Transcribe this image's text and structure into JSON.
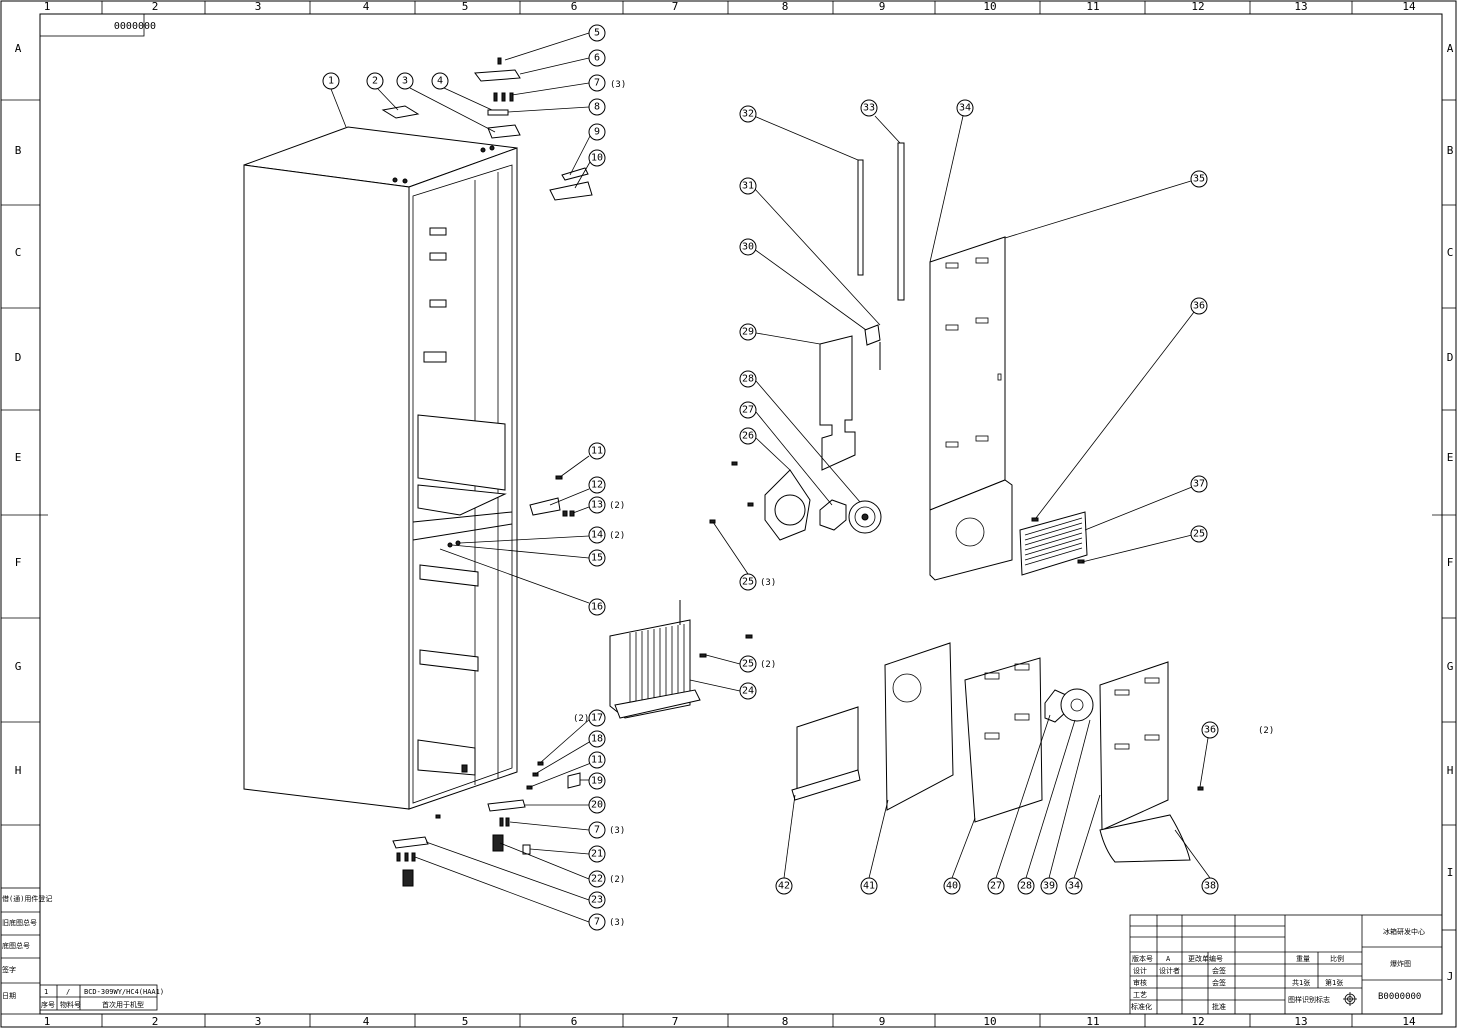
{
  "drawing_no_top": "0000000",
  "grid": {
    "columns": [
      "1",
      "2",
      "3",
      "4",
      "5",
      "6",
      "7",
      "8",
      "9",
      "10",
      "11",
      "12",
      "13",
      "14"
    ],
    "rows": [
      "A",
      "B",
      "C",
      "D",
      "E",
      "F",
      "G",
      "H",
      "I",
      "J"
    ]
  },
  "callouts": [
    {
      "id": "c1",
      "label": "1"
    },
    {
      "id": "c2",
      "label": "2"
    },
    {
      "id": "c3",
      "label": "3"
    },
    {
      "id": "c4",
      "label": "4"
    },
    {
      "id": "c5",
      "label": "5"
    },
    {
      "id": "c6",
      "label": "6"
    },
    {
      "id": "c7a",
      "label": "7",
      "qty": "(3)"
    },
    {
      "id": "c8",
      "label": "8"
    },
    {
      "id": "c9",
      "label": "9"
    },
    {
      "id": "c10",
      "label": "10"
    },
    {
      "id": "c11a",
      "label": "11"
    },
    {
      "id": "c12",
      "label": "12"
    },
    {
      "id": "c13",
      "label": "13",
      "qty": "(2)"
    },
    {
      "id": "c14",
      "label": "14",
      "qty": "(2)"
    },
    {
      "id": "c15",
      "label": "15"
    },
    {
      "id": "c16",
      "label": "16"
    },
    {
      "id": "c17",
      "label": "17",
      "qty": "(2)"
    },
    {
      "id": "c18",
      "label": "18"
    },
    {
      "id": "c11b",
      "label": "11"
    },
    {
      "id": "c19",
      "label": "19"
    },
    {
      "id": "c20",
      "label": "20"
    },
    {
      "id": "c7b",
      "label": "7",
      "qty": "(3)"
    },
    {
      "id": "c21",
      "label": "21"
    },
    {
      "id": "c22",
      "label": "22",
      "qty": "(2)"
    },
    {
      "id": "c23",
      "label": "23"
    },
    {
      "id": "c7c",
      "label": "7",
      "qty": "(3)"
    },
    {
      "id": "c24",
      "label": "24"
    },
    {
      "id": "c25a",
      "label": "25",
      "qty": "(2)"
    },
    {
      "id": "c25b",
      "label": "25",
      "qty": "(3)"
    },
    {
      "id": "c25c",
      "label": "25"
    },
    {
      "id": "c26",
      "label": "26"
    },
    {
      "id": "c27a",
      "label": "27"
    },
    {
      "id": "c28a",
      "label": "28"
    },
    {
      "id": "c29",
      "label": "29"
    },
    {
      "id": "c30",
      "label": "30"
    },
    {
      "id": "c31",
      "label": "31"
    },
    {
      "id": "c32",
      "label": "32"
    },
    {
      "id": "c33",
      "label": "33"
    },
    {
      "id": "c34a",
      "label": "34"
    },
    {
      "id": "c35",
      "label": "35"
    },
    {
      "id": "c36a",
      "label": "36"
    },
    {
      "id": "c37",
      "label": "37"
    },
    {
      "id": "c36b",
      "label": "36",
      "qty": "(2)"
    },
    {
      "id": "c38",
      "label": "38"
    },
    {
      "id": "c42",
      "label": "42"
    },
    {
      "id": "c41",
      "label": "41"
    },
    {
      "id": "c40",
      "label": "40"
    },
    {
      "id": "c27b",
      "label": "27"
    },
    {
      "id": "c28b",
      "label": "28"
    },
    {
      "id": "c39",
      "label": "39"
    },
    {
      "id": "c34b",
      "label": "34"
    }
  ],
  "left_stamp": [
    "借(通)用件登记",
    "旧底图总号",
    "底图总号",
    "签字",
    "日期"
  ],
  "bom_table": {
    "row1": [
      "1",
      "/",
      "BCD-309WY/HC4(HAA1)"
    ],
    "header": [
      "序号",
      "物料号",
      "首次用于机型"
    ]
  },
  "title_block": {
    "company": "冰箱研发中心",
    "title": "爆炸图",
    "drawing_no": "B0000000",
    "rows": [
      [
        "版本号",
        "A",
        "更改单编号"
      ],
      [
        "设计",
        "设计者",
        "会签"
      ],
      [
        "审核",
        "",
        "会签"
      ],
      [
        "工艺",
        "",
        ""
      ],
      [
        "标准化",
        "",
        "批准"
      ]
    ],
    "weight_label": "重量",
    "scale_label": "比例",
    "sheets_total": "共1张",
    "sheet_no": "第1张",
    "projection_label": "图样识别标志"
  }
}
